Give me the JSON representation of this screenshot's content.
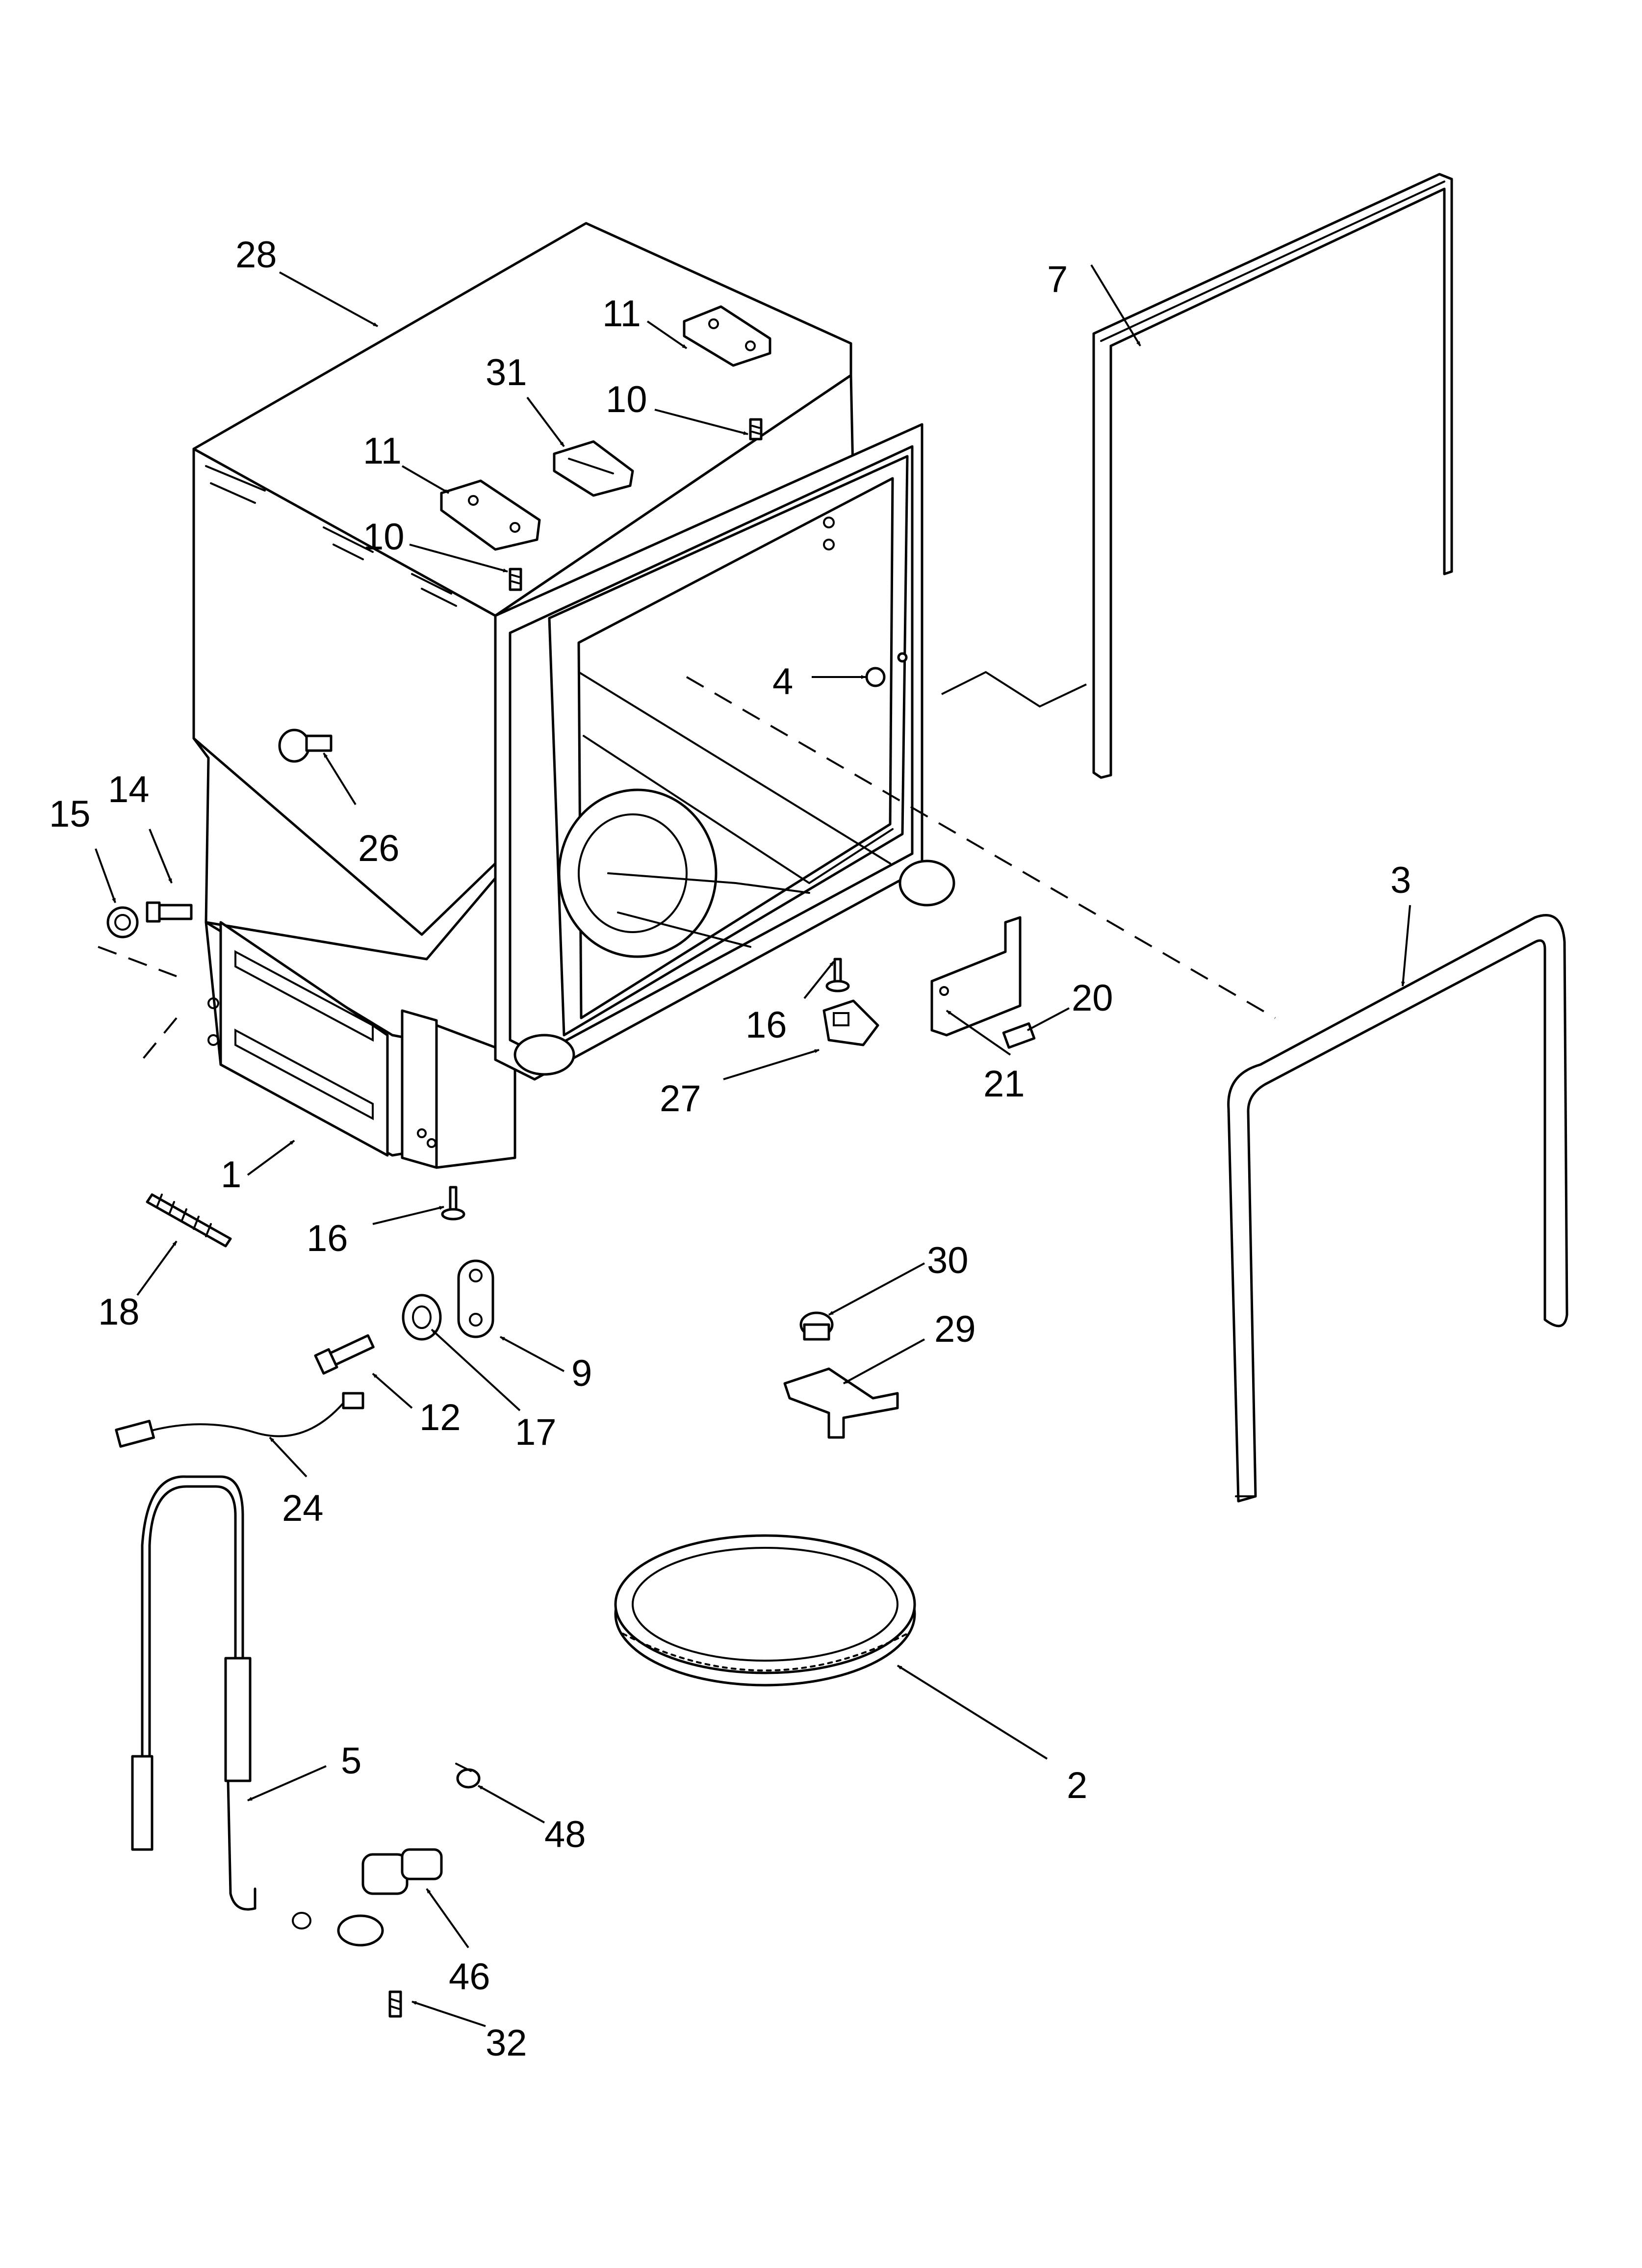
{
  "callouts": [
    {
      "key": "c28",
      "text": "28"
    },
    {
      "key": "c7",
      "text": "7"
    },
    {
      "key": "c11a",
      "text": "11"
    },
    {
      "key": "c31",
      "text": "31"
    },
    {
      "key": "c10a",
      "text": "10"
    },
    {
      "key": "c11b",
      "text": "11"
    },
    {
      "key": "c10b",
      "text": "10"
    },
    {
      "key": "c4",
      "text": "4"
    },
    {
      "key": "c26",
      "text": "26"
    },
    {
      "key": "c15",
      "text": "15"
    },
    {
      "key": "c14",
      "text": "14"
    },
    {
      "key": "c3",
      "text": "3"
    },
    {
      "key": "c20",
      "text": "20"
    },
    {
      "key": "c16a",
      "text": "16"
    },
    {
      "key": "c27",
      "text": "27"
    },
    {
      "key": "c21",
      "text": "21"
    },
    {
      "key": "c1",
      "text": "1"
    },
    {
      "key": "c16b",
      "text": "16"
    },
    {
      "key": "c18",
      "text": "18"
    },
    {
      "key": "c30",
      "text": "30"
    },
    {
      "key": "c29",
      "text": "29"
    },
    {
      "key": "c9",
      "text": "9"
    },
    {
      "key": "c12",
      "text": "12"
    },
    {
      "key": "c17",
      "text": "17"
    },
    {
      "key": "c24",
      "text": "24"
    },
    {
      "key": "c2",
      "text": "2"
    },
    {
      "key": "c5",
      "text": "5"
    },
    {
      "key": "c48",
      "text": "48"
    },
    {
      "key": "c46",
      "text": "46"
    },
    {
      "key": "c32",
      "text": "32"
    }
  ]
}
